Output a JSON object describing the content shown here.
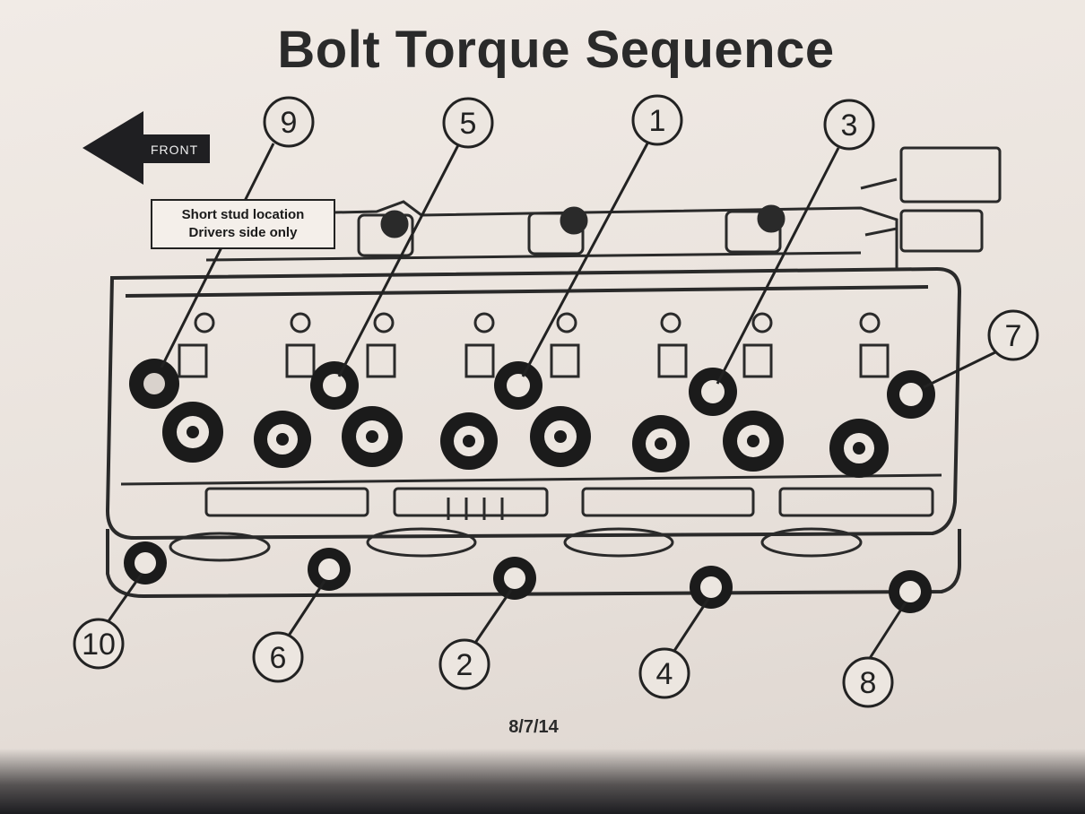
{
  "title": "Bolt Torque Sequence",
  "front_label": "FRONT",
  "note": {
    "line1": "Short stud location",
    "line2": "Drivers side only"
  },
  "date": "8/7/14",
  "callouts": [
    {
      "number": "9"
    },
    {
      "number": "5"
    },
    {
      "number": "1"
    },
    {
      "number": "3"
    },
    {
      "number": "7"
    },
    {
      "number": "10"
    },
    {
      "number": "6"
    },
    {
      "number": "2"
    },
    {
      "number": "4"
    },
    {
      "number": "8"
    }
  ],
  "colors": {
    "paper": "#ebe4df",
    "ink": "#222222"
  }
}
